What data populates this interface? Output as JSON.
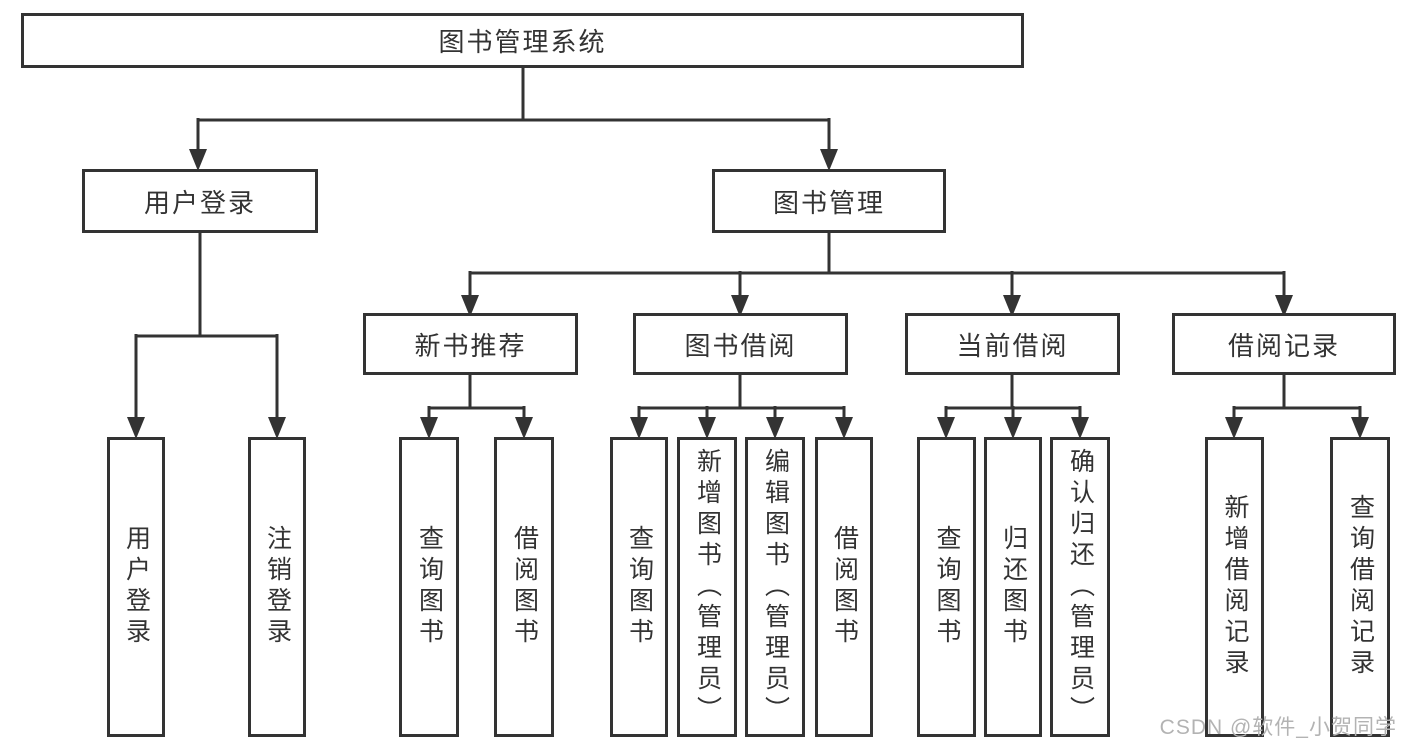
{
  "diagram": {
    "root": {
      "label": "图书管理系统"
    },
    "level2": [
      {
        "label": "用户登录"
      },
      {
        "label": "图书管理"
      }
    ],
    "level3": [
      {
        "label": "新书推荐",
        "parent": "图书管理"
      },
      {
        "label": "图书借阅",
        "parent": "图书管理"
      },
      {
        "label": "当前借阅",
        "parent": "图书管理"
      },
      {
        "label": "借阅记录",
        "parent": "图书管理"
      }
    ],
    "leaves": [
      {
        "label": "用户登录",
        "parent": "用户登录"
      },
      {
        "label": "注销登录",
        "parent": "用户登录"
      },
      {
        "label": "查询图书",
        "parent": "新书推荐"
      },
      {
        "label": "借阅图书",
        "parent": "新书推荐"
      },
      {
        "label": "查询图书",
        "parent": "图书借阅"
      },
      {
        "label": "新增图书（管理员）",
        "parent": "图书借阅"
      },
      {
        "label": "编辑图书（管理员）",
        "parent": "图书借阅"
      },
      {
        "label": "借阅图书",
        "parent": "图书借阅"
      },
      {
        "label": "查询图书",
        "parent": "当前借阅"
      },
      {
        "label": "归还图书",
        "parent": "当前借阅"
      },
      {
        "label": "确认归还（管理员）",
        "parent": "当前借阅"
      },
      {
        "label": "新增借阅记录",
        "parent": "借阅记录"
      },
      {
        "label": "查询借阅记录",
        "parent": "借阅记录"
      }
    ],
    "colors": {
      "line": "#333333",
      "text": "#333333",
      "background": "#ffffff",
      "watermark": "#b3b3b3"
    }
  },
  "watermark": {
    "text": "CSDN @软件_小贺同学"
  }
}
